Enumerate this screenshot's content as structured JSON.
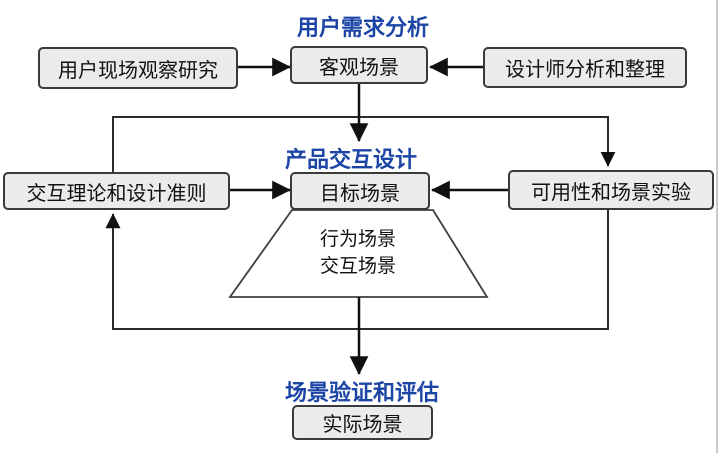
{
  "titles": {
    "top": "用户需求分析",
    "middle": "产品交互设计",
    "bottom": "场景验证和评估"
  },
  "boxes": {
    "field_observation": "用户现场观察研究",
    "objective_scenario": "客观场景",
    "designer_analysis": "设计师分析和整理",
    "interaction_theory": "交互理论和设计准则",
    "target_scenario": "目标场景",
    "usability_experiment": "可用性和场景实验",
    "actual_scenario": "实际场景"
  },
  "trapezoid": {
    "line1": "行为场景",
    "line2": "交互场景"
  },
  "colors": {
    "title_blue": "#1c45a5",
    "box_fill": "#ebebeb",
    "box_border": "#3a3a3a",
    "line_color": "#1a1a1a",
    "background": "#ffffff"
  }
}
